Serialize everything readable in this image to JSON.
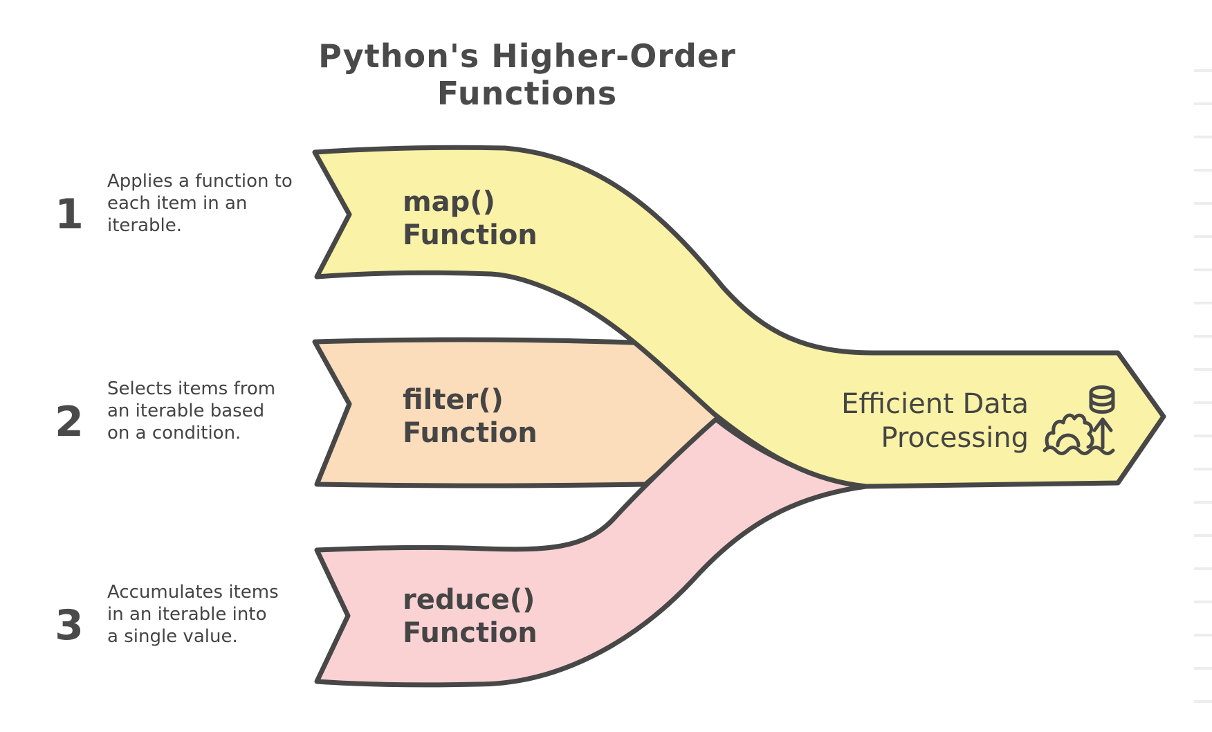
{
  "title": "Python's Higher-Order Functions",
  "steps": [
    {
      "number": "1",
      "lines": [
        "Applies a function to",
        "each item in an",
        "iterable."
      ]
    },
    {
      "number": "2",
      "lines": [
        "Selects items from",
        "an iterable based",
        "on a condition."
      ]
    },
    {
      "number": "3",
      "lines": [
        "Accumulates items",
        "in an iterable into",
        "a single value."
      ]
    }
  ],
  "functions": [
    {
      "name": "map()",
      "type_label": "Function",
      "color": "#FAF2A6"
    },
    {
      "name": "filter()",
      "type_label": "Function",
      "color": "#FBDCBB"
    },
    {
      "name": "reduce()",
      "type_label": "Function",
      "color": "#FAD2D4"
    }
  ],
  "result": {
    "lines": [
      "Efficient Data",
      "Processing"
    ]
  },
  "icons": {
    "database": "database-icon",
    "arrow": "up-arrow-icon",
    "gear": "gear-in-water-icon"
  },
  "colors": {
    "stroke": "#474747",
    "text": "#4A4A4A",
    "map_yellow": "#FAF2A6",
    "filter_orange": "#FBDCBB",
    "reduce_pink": "#FAD2D4",
    "ruled_line": "#EDEDED",
    "background": "#FFFFFF"
  }
}
